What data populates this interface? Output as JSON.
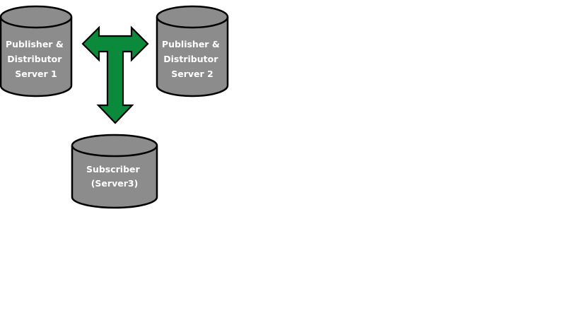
{
  "diagram": {
    "nodes": [
      {
        "id": "server1",
        "lines": [
          "Publisher &",
          "Distributor",
          "Server 1"
        ]
      },
      {
        "id": "server2",
        "lines": [
          "Publisher &",
          "Distributor",
          "Server 2"
        ]
      },
      {
        "id": "server3",
        "lines": [
          "Subscriber",
          "(Server3)"
        ]
      }
    ],
    "connector": {
      "shape": "t-arrow",
      "directions": [
        "left",
        "right",
        "down"
      ],
      "color": "#0c8a3c"
    },
    "colors": {
      "cylinder_fill": "#8c8c8c",
      "cylinder_stroke": "#000000",
      "label": "#ffffff",
      "background": "#ffffff"
    }
  }
}
